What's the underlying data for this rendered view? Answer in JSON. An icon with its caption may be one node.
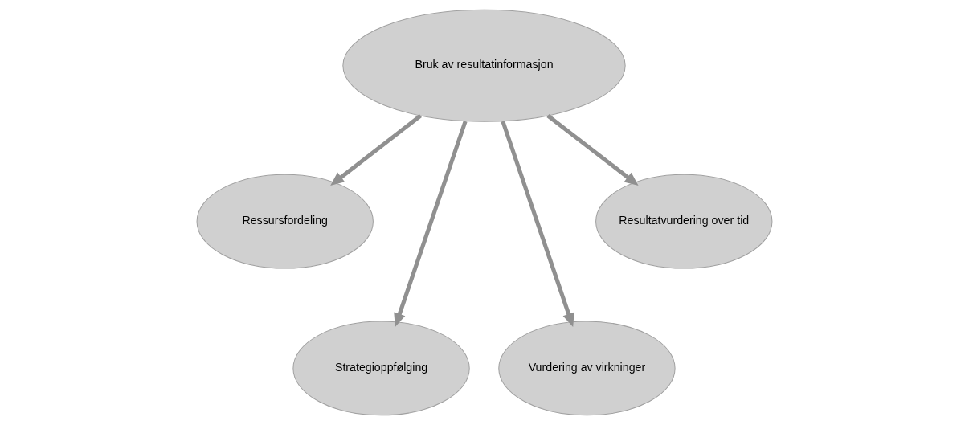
{
  "diagram": {
    "nodes": [
      {
        "text": [
          "Bruk av resultatinformasjon"
        ]
      },
      {
        "text": [
          "Ressursfordeling"
        ]
      },
      {
        "text": [
          "Strategioppfølging"
        ]
      },
      {
        "text": [
          "Vurdering av virkninger"
        ]
      },
      {
        "text": [
          "Resultatvurdering over tid"
        ]
      }
    ],
    "edges": [
      {
        "from": 0,
        "to": 1,
        "arrow": "to"
      },
      {
        "from": 0,
        "to": 2,
        "arrow": "to"
      },
      {
        "from": 0,
        "to": 3,
        "arrow": "to"
      },
      {
        "from": 0,
        "to": 4,
        "arrow": "to"
      }
    ]
  }
}
